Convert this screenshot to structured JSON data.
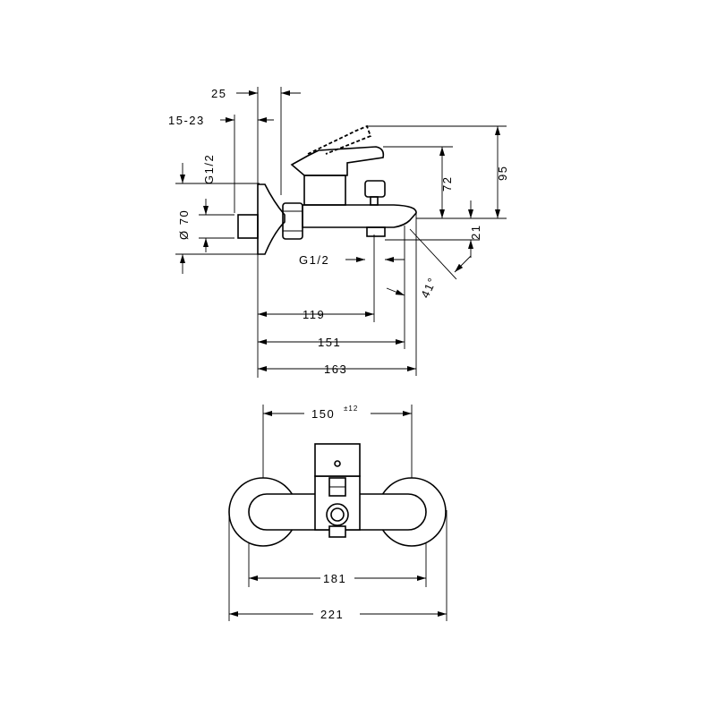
{
  "side_view": {
    "dim_25": "25",
    "dim_15_23": "15-23",
    "dim_g12_top": "G1/2",
    "dim_d70": "Ø 70",
    "dim_g12_bottom": "G1/2",
    "dim_72": "72",
    "dim_95": "95",
    "dim_21": "21",
    "dim_41deg": "41°",
    "dim_119": "119",
    "dim_151": "151",
    "dim_163": "163"
  },
  "front_view": {
    "dim_150": "150",
    "dim_150_tol": "±12",
    "dim_181": "181",
    "dim_221": "221"
  },
  "icons": {
    "arrowhead": "arrowhead-icon"
  }
}
